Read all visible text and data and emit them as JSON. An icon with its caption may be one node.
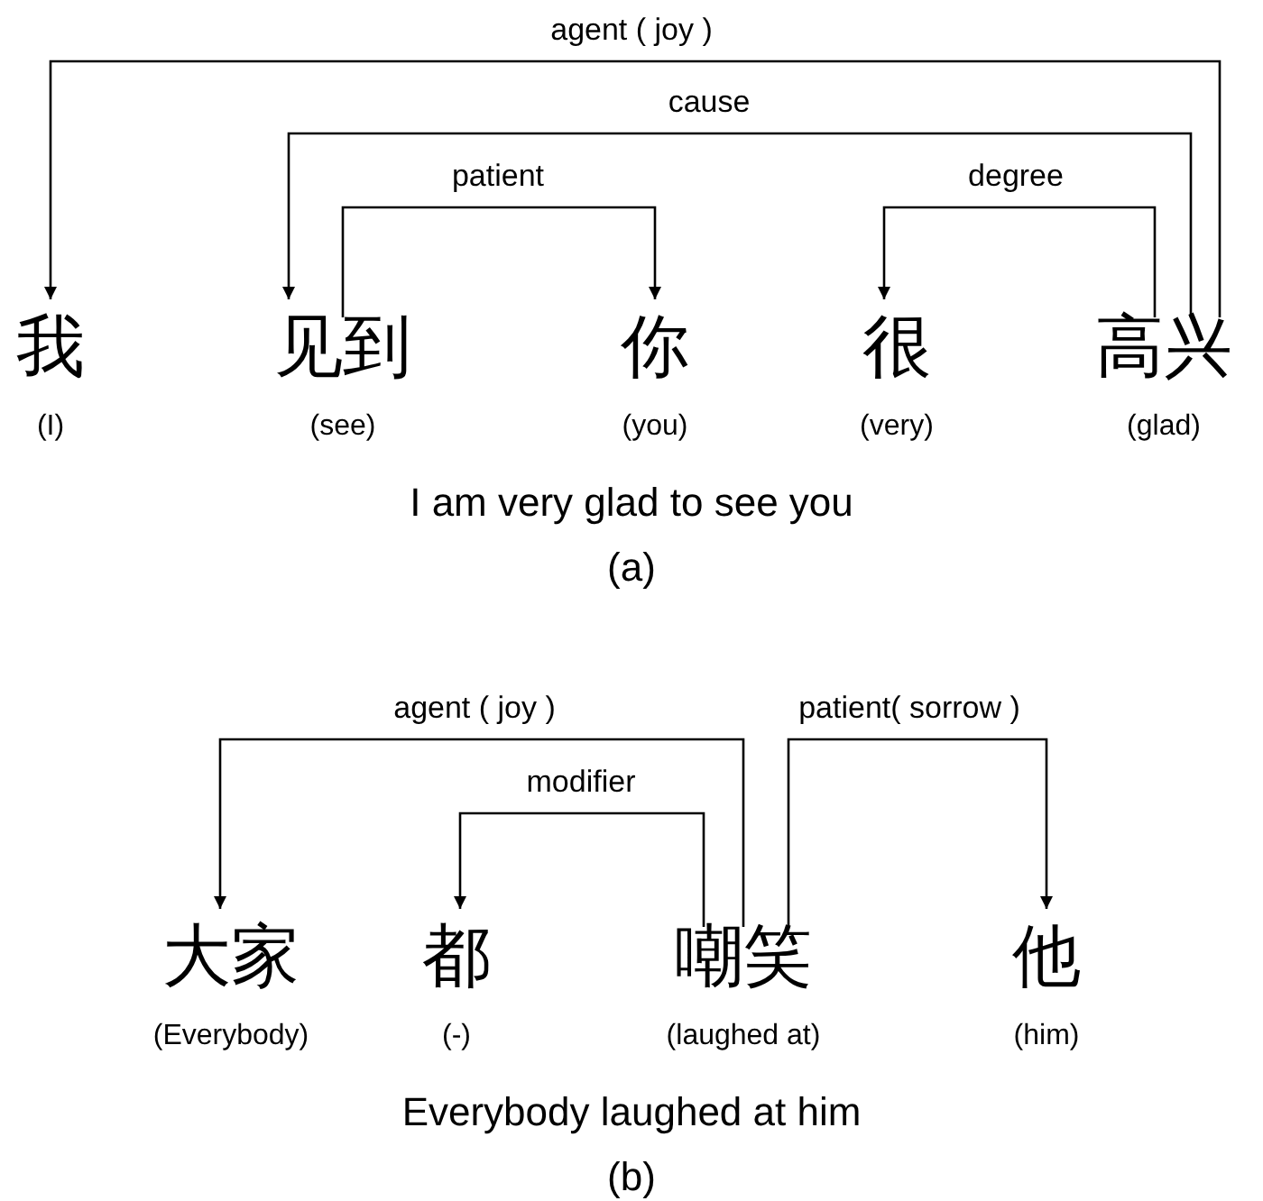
{
  "diagram": {
    "nodes": [
      {
        "text": [
          "我"
        ],
        "beside": [
          "(I)"
        ]
      },
      {
        "text": [
          "见到"
        ],
        "beside": [
          "(see)"
        ]
      },
      {
        "text": [
          "你"
        ],
        "beside": [
          "(you)"
        ]
      },
      {
        "text": [
          "很"
        ],
        "beside": [
          "(very)"
        ]
      },
      {
        "text": [
          "高兴"
        ],
        "beside": [
          "(glad)"
        ]
      },
      {
        "text": [
          "大家"
        ],
        "beside": [
          "(Everybody)"
        ]
      },
      {
        "text": [
          "都"
        ],
        "beside": [
          "(-)"
        ]
      },
      {
        "text": [
          "嘲笑"
        ],
        "beside": [
          "(laughed at)"
        ]
      },
      {
        "text": [
          "他"
        ],
        "beside": [
          "(him)"
        ]
      }
    ],
    "edges": [
      {
        "from": 4,
        "to": 0,
        "arrow": "to",
        "label": "agent ( joy )"
      },
      {
        "from": 4,
        "to": 1,
        "arrow": "to",
        "label": "cause"
      },
      {
        "from": 1,
        "to": 2,
        "arrow": "to",
        "label": "patient"
      },
      {
        "from": 4,
        "to": 3,
        "arrow": "to",
        "label": "degree"
      },
      {
        "from": 7,
        "to": 5,
        "arrow": "to",
        "label": "agent ( joy )"
      },
      {
        "from": 7,
        "to": 6,
        "arrow": "to",
        "label": "modifier"
      },
      {
        "from": 7,
        "to": 8,
        "arrow": "to",
        "label": "patient( sorrow )"
      }
    ],
    "labels": [
      "I am very glad to see you",
      "(a)",
      "Everybody laughed at him",
      "(b)"
    ]
  }
}
